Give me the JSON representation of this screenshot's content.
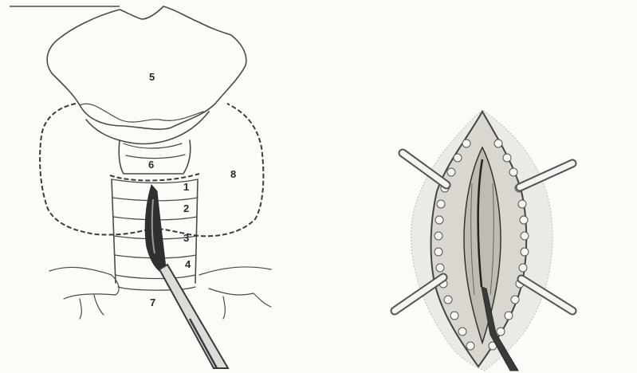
{
  "left_panel": {
    "labels": {
      "l1": "1",
      "l2": "2",
      "l3": "3",
      "l4": "4",
      "l5": "5",
      "l6": "6",
      "l7": "7",
      "l8": "8"
    }
  },
  "colors": {
    "background": "#fbfbf8",
    "ink": "#4a4a4a",
    "instrument": "#3a3a3a",
    "tissue": "#e6e4de"
  }
}
